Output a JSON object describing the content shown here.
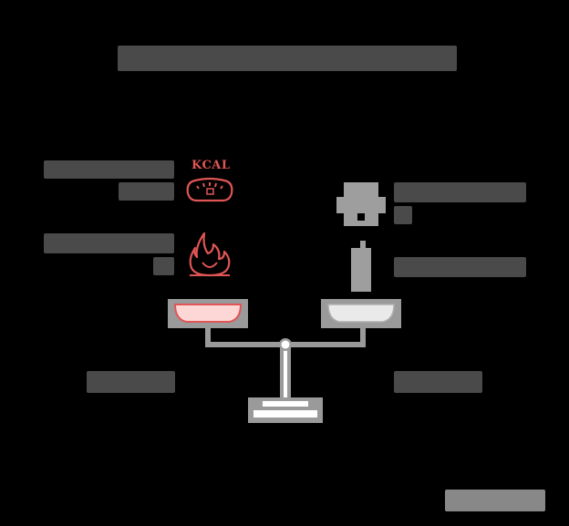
{
  "title": {
    "text": "[redacted title]",
    "redacted": true
  },
  "left": {
    "color": "#e05555",
    "items": [
      {
        "label": "[redacted label line 1]",
        "label2": "[redacted]",
        "icon": "calorie-gauge-icon",
        "icon_text": "KCAL"
      },
      {
        "label": "[redacted label line 1]",
        "label2": "[redacted]",
        "icon": "flame-icon"
      }
    ],
    "caption": "[redacted caption]"
  },
  "right": {
    "color": "#a0a0a0",
    "items": [
      {
        "label": "[redacted label line 1]",
        "label2": "[redacted]",
        "icon": "person-icon"
      },
      {
        "label": "[redacted label]",
        "icon": "bottle-icon"
      }
    ],
    "caption": "[redacted caption]"
  },
  "scale": {
    "left_pan_fill": "#fdd6d6",
    "left_pan_stroke": "#e05555",
    "right_pan_fill": "#eaeaea",
    "right_pan_stroke": "#9a9a9a",
    "frame_color": "#9a9a9a",
    "base_fill": "#ffffff"
  },
  "watermark": {
    "text": "[redacted watermark]"
  },
  "colors": {
    "background": "#000000",
    "redaction_block": "#4a4a4a"
  }
}
